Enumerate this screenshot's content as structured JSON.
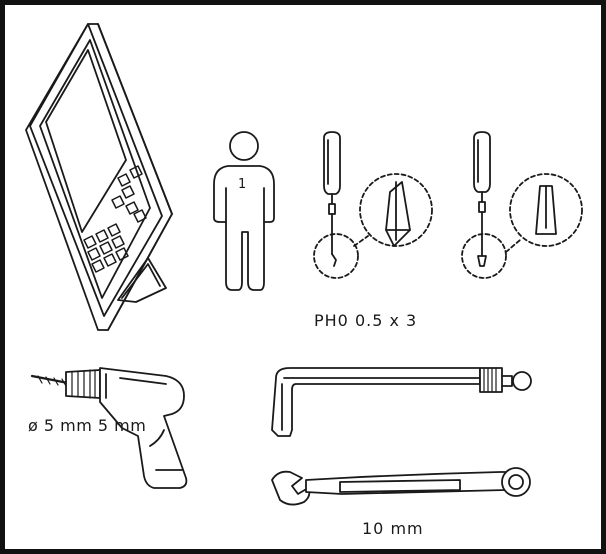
{
  "labels": {
    "person_count": "1",
    "phillips_screwdriver_size": "PH0 0.5 x 3",
    "drill_bit": "ø 5 mm 5 mm",
    "wrench_size": "10 mm"
  },
  "colors": {
    "line": "#1a1a1a",
    "frame": "#111111",
    "background": "#ffffff"
  },
  "icons": [
    "tablet-device-icon",
    "person-icon",
    "phillips-screwdriver-icon",
    "flat-screwdriver-icon",
    "drill-icon",
    "hex-key-icon",
    "combination-wrench-icon"
  ]
}
